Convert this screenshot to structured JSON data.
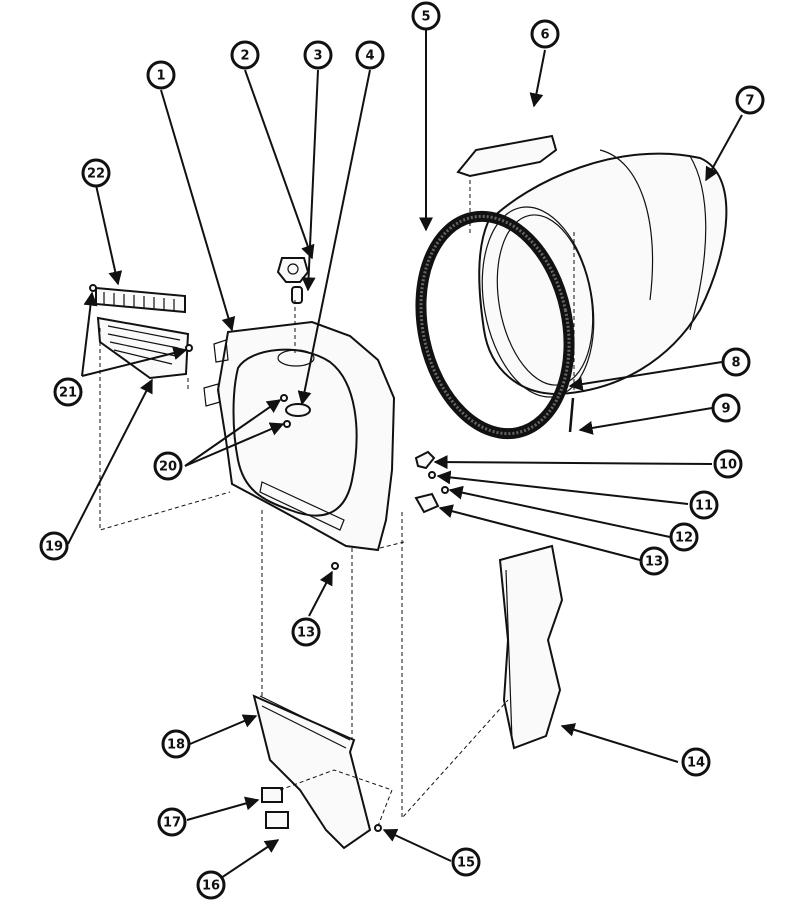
{
  "diagram": {
    "callouts": [
      {
        "id": "1",
        "label": "1"
      },
      {
        "id": "2",
        "label": "2"
      },
      {
        "id": "3",
        "label": "3"
      },
      {
        "id": "4",
        "label": "4"
      },
      {
        "id": "5",
        "label": "5"
      },
      {
        "id": "6",
        "label": "6"
      },
      {
        "id": "7",
        "label": "7"
      },
      {
        "id": "8",
        "label": "8"
      },
      {
        "id": "9",
        "label": "9"
      },
      {
        "id": "10",
        "label": "10"
      },
      {
        "id": "11",
        "label": "11"
      },
      {
        "id": "12a",
        "label": "12"
      },
      {
        "id": "13a",
        "label": "13"
      },
      {
        "id": "13b",
        "label": "13"
      },
      {
        "id": "14",
        "label": "14"
      },
      {
        "id": "15",
        "label": "15"
      },
      {
        "id": "16",
        "label": "16"
      },
      {
        "id": "17",
        "label": "17"
      },
      {
        "id": "18",
        "label": "18"
      },
      {
        "id": "19",
        "label": "19"
      },
      {
        "id": "20",
        "label": "20"
      },
      {
        "id": "21",
        "label": "21"
      },
      {
        "id": "22",
        "label": "22"
      }
    ]
  }
}
